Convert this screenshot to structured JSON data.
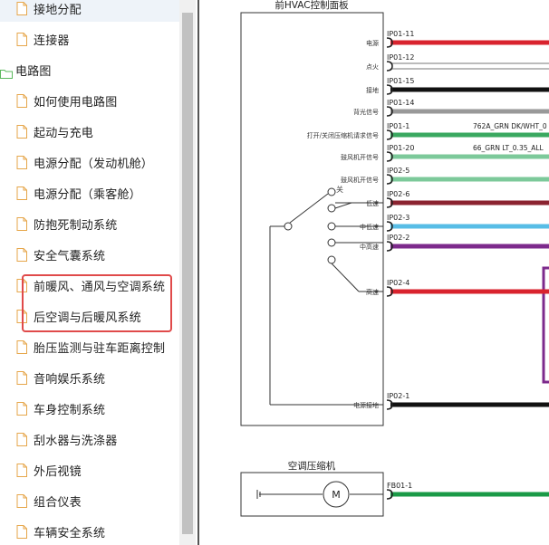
{
  "sidebar": {
    "items": [
      {
        "label": "接地分配",
        "type": "file"
      },
      {
        "label": "连接器",
        "type": "file"
      },
      {
        "label": "电路图",
        "type": "folder"
      },
      {
        "label": "如何使用电路图",
        "type": "file"
      },
      {
        "label": "起动与充电",
        "type": "file"
      },
      {
        "label": "电源分配（发动机舱）",
        "type": "file"
      },
      {
        "label": "电源分配（乘客舱）",
        "type": "file"
      },
      {
        "label": "防抱死制动系统",
        "type": "file"
      },
      {
        "label": "安全气囊系统",
        "type": "file"
      },
      {
        "label": "前暖风、通风与空调系统",
        "type": "file"
      },
      {
        "label": "后空调与后暖风系统",
        "type": "file"
      },
      {
        "label": "胎压监测与驻车距离控制",
        "type": "file"
      },
      {
        "label": "音响娱乐系统",
        "type": "file"
      },
      {
        "label": "车身控制系统",
        "type": "file"
      },
      {
        "label": "刮水器与洗涤器",
        "type": "file"
      },
      {
        "label": "外后视镜",
        "type": "file"
      },
      {
        "label": "组合仪表",
        "type": "file"
      },
      {
        "label": "车辆安全系统",
        "type": "file"
      }
    ]
  },
  "diagram": {
    "panel_title": "前HVAC控制面板",
    "compressor_title": "空调压缩机",
    "motor_label": "M",
    "switch_off": "关",
    "pins": [
      {
        "pin": "IP01-11",
        "label": "电源",
        "color": "#d9232e"
      },
      {
        "pin": "IP01-12",
        "label": "点火",
        "color": "#ffffff"
      },
      {
        "pin": "IP01-15",
        "label": "接地",
        "color": "#111111"
      },
      {
        "pin": "IP01-14",
        "label": "背光信号",
        "color": "#999999"
      },
      {
        "pin": "IP01-1",
        "label": "打开/关闭压缩机请求信号",
        "color": "#3aa860",
        "wire": "762A_GRN DK/WHT_0"
      },
      {
        "pin": "IP01-20",
        "label": "鼓风机开信号",
        "color": "#7cc99a",
        "wire": "66_GRN LT_0.35_ALL"
      },
      {
        "pin": "IP02-5",
        "label": "鼓风机开信号",
        "color": "#7cc99a"
      },
      {
        "pin": "IP02-6",
        "label": "低速",
        "color": "#8b2330"
      },
      {
        "pin": "IP02-3",
        "label": "中低速",
        "color": "#58bde6"
      },
      {
        "pin": "IP02-2",
        "label": "中高速",
        "color": "#7d2a8c"
      },
      {
        "pin": "IP02-4",
        "label": "高速",
        "color": "#d9232e"
      },
      {
        "pin": "IP02-1",
        "label": "电源接地",
        "color": "#111111"
      },
      {
        "pin": "FB01-1",
        "label": "",
        "color": "#1a9a47"
      }
    ]
  }
}
